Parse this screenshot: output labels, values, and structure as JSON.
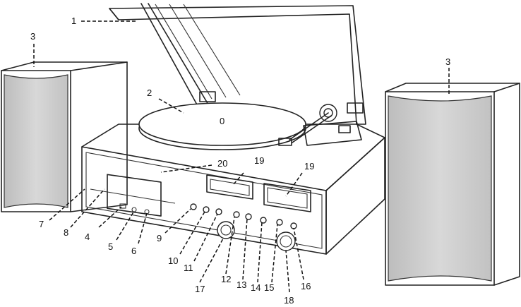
{
  "diagram": {
    "labels": {
      "n1": "1",
      "n2": "2",
      "n3a": "3",
      "n3b": "3",
      "n4": "4",
      "n5": "5",
      "n6": "6",
      "n7": "7",
      "n8": "8",
      "n9": "9",
      "n10": "10",
      "n11": "11",
      "n12": "12",
      "n13": "13",
      "n14": "14",
      "n15": "15",
      "n16": "16",
      "n17": "17",
      "n18": "18",
      "n19a": "19",
      "n19b": "19",
      "n20": "20"
    },
    "platter_marking": "0"
  }
}
